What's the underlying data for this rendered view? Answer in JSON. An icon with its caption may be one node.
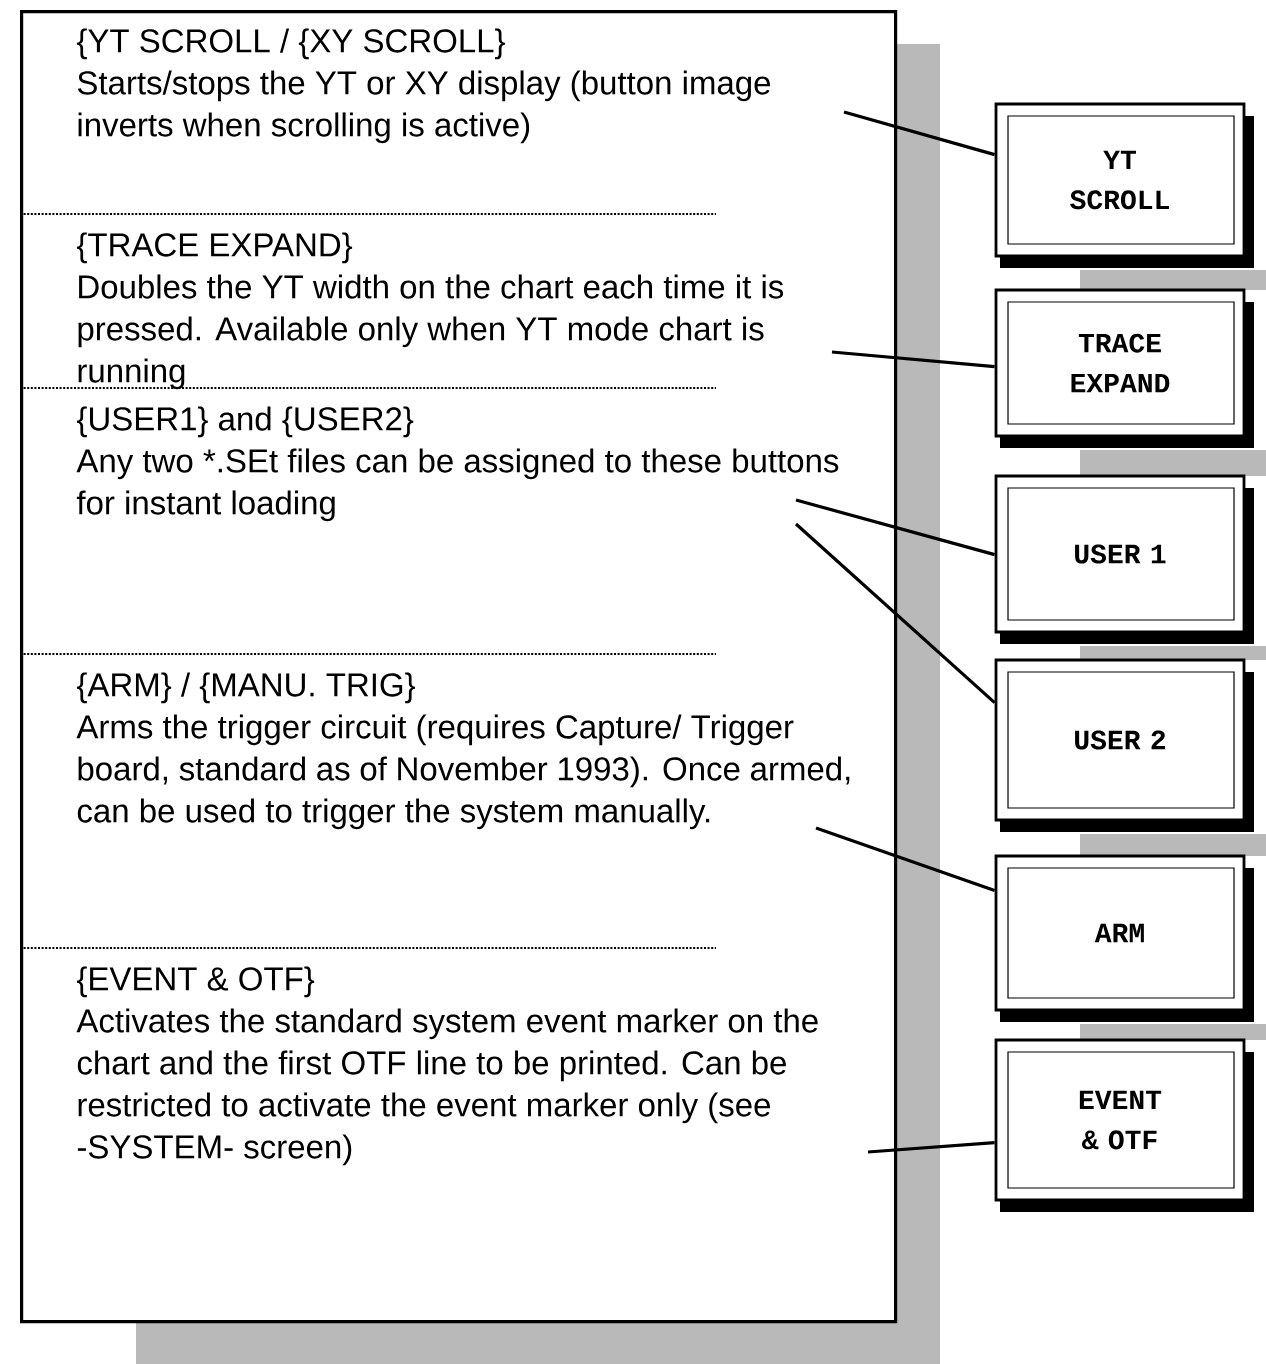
{
  "diagram": {
    "nodes": [
      {
        "text": [],
        "shape": "box"
      },
      {
        "text": [
          "{YT SCROLL / {XY SCROLL}",
          "Starts/stops the YT or XY display (button image inverts when scrolling is active)"
        ],
        "in": 0
      },
      {
        "text": [
          "{TRACE EXPAND}",
          "Doubles the YT width on the chart each time it is pressed. Available only when YT mode chart is running"
        ],
        "in": 0
      },
      {
        "text": [
          "{USER1} and {USER2}",
          "Any two *.SEt files can be assigned to these buttons for instant loading"
        ],
        "in": 0
      },
      {
        "text": [
          "{ARM} / {MANU. TRIG}",
          "Arms the trigger circuit (requires Capture/ Trigger board, standard as of November 1993). Once armed, can be used to trigger the system manually."
        ],
        "in": 0
      },
      {
        "text": [
          "{EVENT & OTF}",
          "Activates the standard system event marker on the chart and the first OTF line to be printed. Can be restricted to activate the event marker only (see -SYSTEM- screen)"
        ],
        "in": 0
      },
      {
        "text": [
          "YT SCROLL"
        ]
      },
      {
        "text": [
          "TRACE EXPAND"
        ]
      },
      {
        "text": [
          "USER 1"
        ]
      },
      {
        "text": [
          "USER 2"
        ]
      },
      {
        "text": [
          "ARM"
        ]
      },
      {
        "text": [
          "EVENT & OTF"
        ]
      }
    ],
    "edges": [
      {
        "from": 1,
        "to": 6,
        "arrow": "none"
      },
      {
        "from": 2,
        "to": 7,
        "arrow": "none"
      },
      {
        "from": 3,
        "to": 8,
        "arrow": "none"
      },
      {
        "from": 3,
        "to": 9,
        "arrow": "none"
      },
      {
        "from": 4,
        "to": 10,
        "arrow": "none"
      },
      {
        "from": 5,
        "to": 11,
        "arrow": "none"
      }
    ]
  }
}
